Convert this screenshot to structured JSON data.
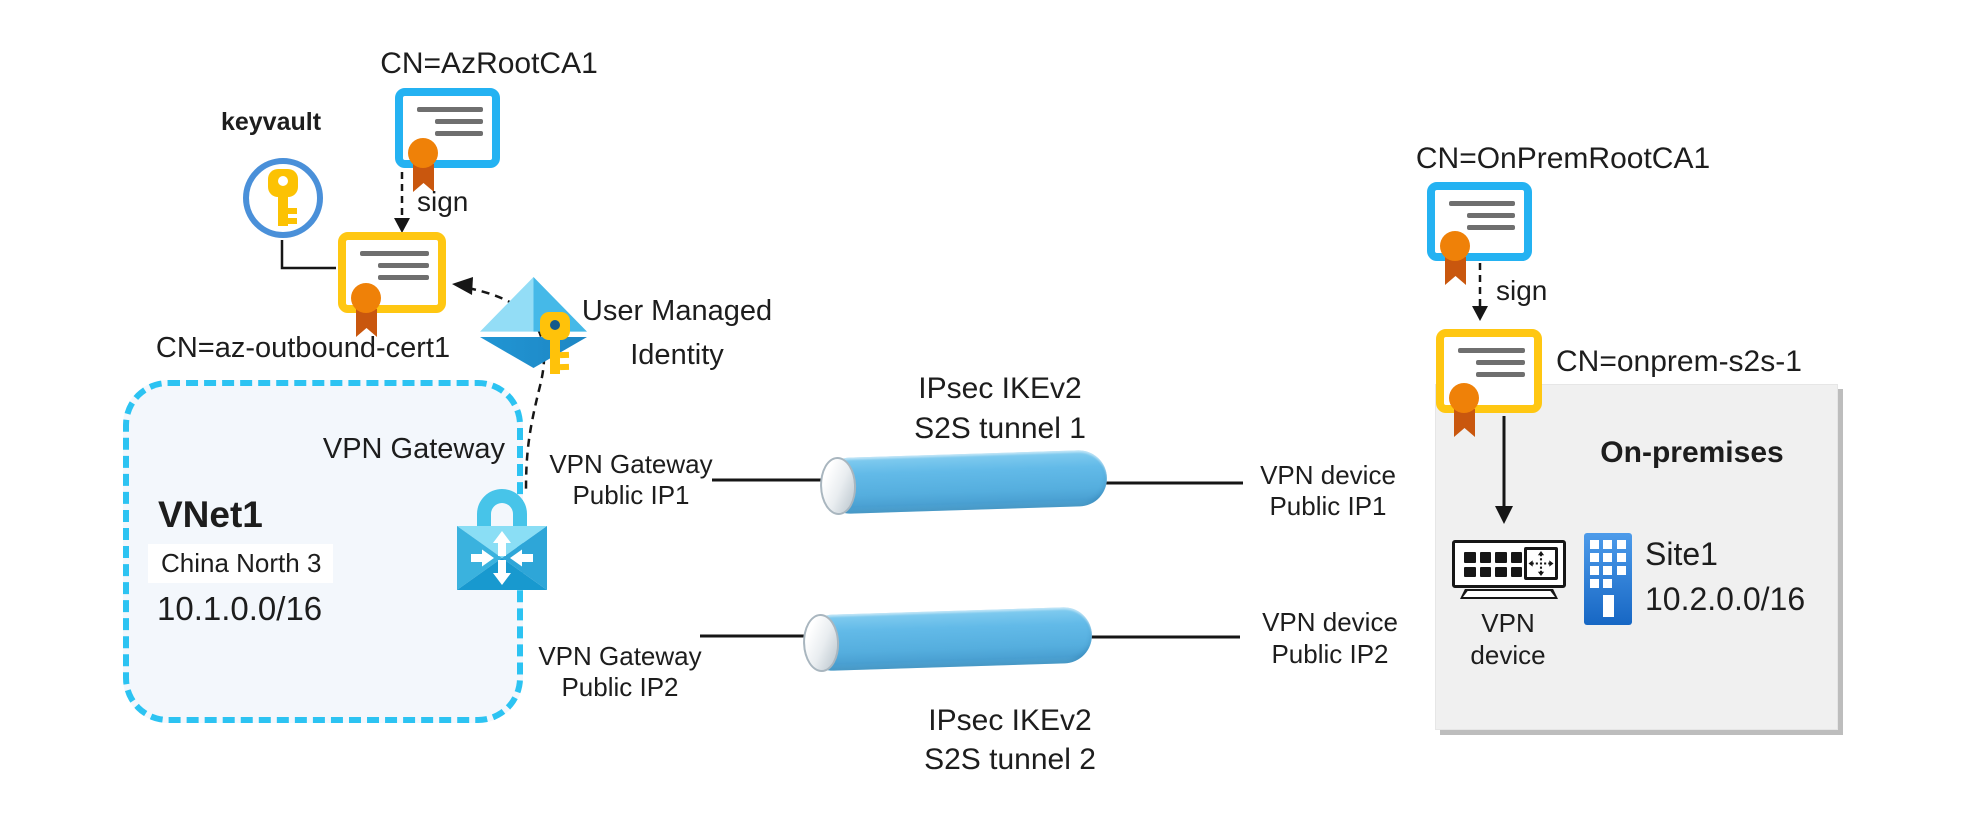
{
  "azure": {
    "root_ca": "CN=AzRootCA1",
    "keyvault": "keyvault",
    "sign": "sign",
    "outbound_cert": "CN=az-outbound-cert1",
    "umi_l1": "User Managed",
    "umi_l2": "Identity",
    "vnet_gateway": "VPN Gateway",
    "vnet_name": "VNet1",
    "vnet_region": "China North 3",
    "vnet_cidr": "10.1.0.0/16",
    "gw_ip1_l1": "VPN Gateway",
    "gw_ip1_l2": "Public IP1",
    "gw_ip2_l1": "VPN Gateway",
    "gw_ip2_l2": "Public IP2"
  },
  "tunnels": {
    "t1_l1": "IPsec IKEv2",
    "t1_l2": "S2S tunnel 1",
    "t2_l1": "IPsec IKEv2",
    "t2_l2": "S2S tunnel 2"
  },
  "onprem": {
    "root_ca": "CN=OnPremRootCA1",
    "sign": "sign",
    "cert": "CN=onprem-s2s-1",
    "title": "On-premises",
    "dev_ip1_l1": "VPN device",
    "dev_ip1_l2": "Public IP1",
    "dev_ip2_l1": "VPN device",
    "dev_ip2_l2": "Public IP2",
    "device_l1": "VPN",
    "device_l2": "device",
    "site_name": "Site1",
    "site_cidr": "10.2.0.0/16"
  },
  "colors": {
    "vnet_border_cyan": "#2cc3f2",
    "cert_blue": "#24b2f2",
    "cert_yellow": "#ffc712",
    "seal_orange": "#ef8108",
    "tunnel_blue": "#5fb6e5",
    "building_blue": "#2a7fd4",
    "onprem_box_gray": "#f0f0f0"
  }
}
